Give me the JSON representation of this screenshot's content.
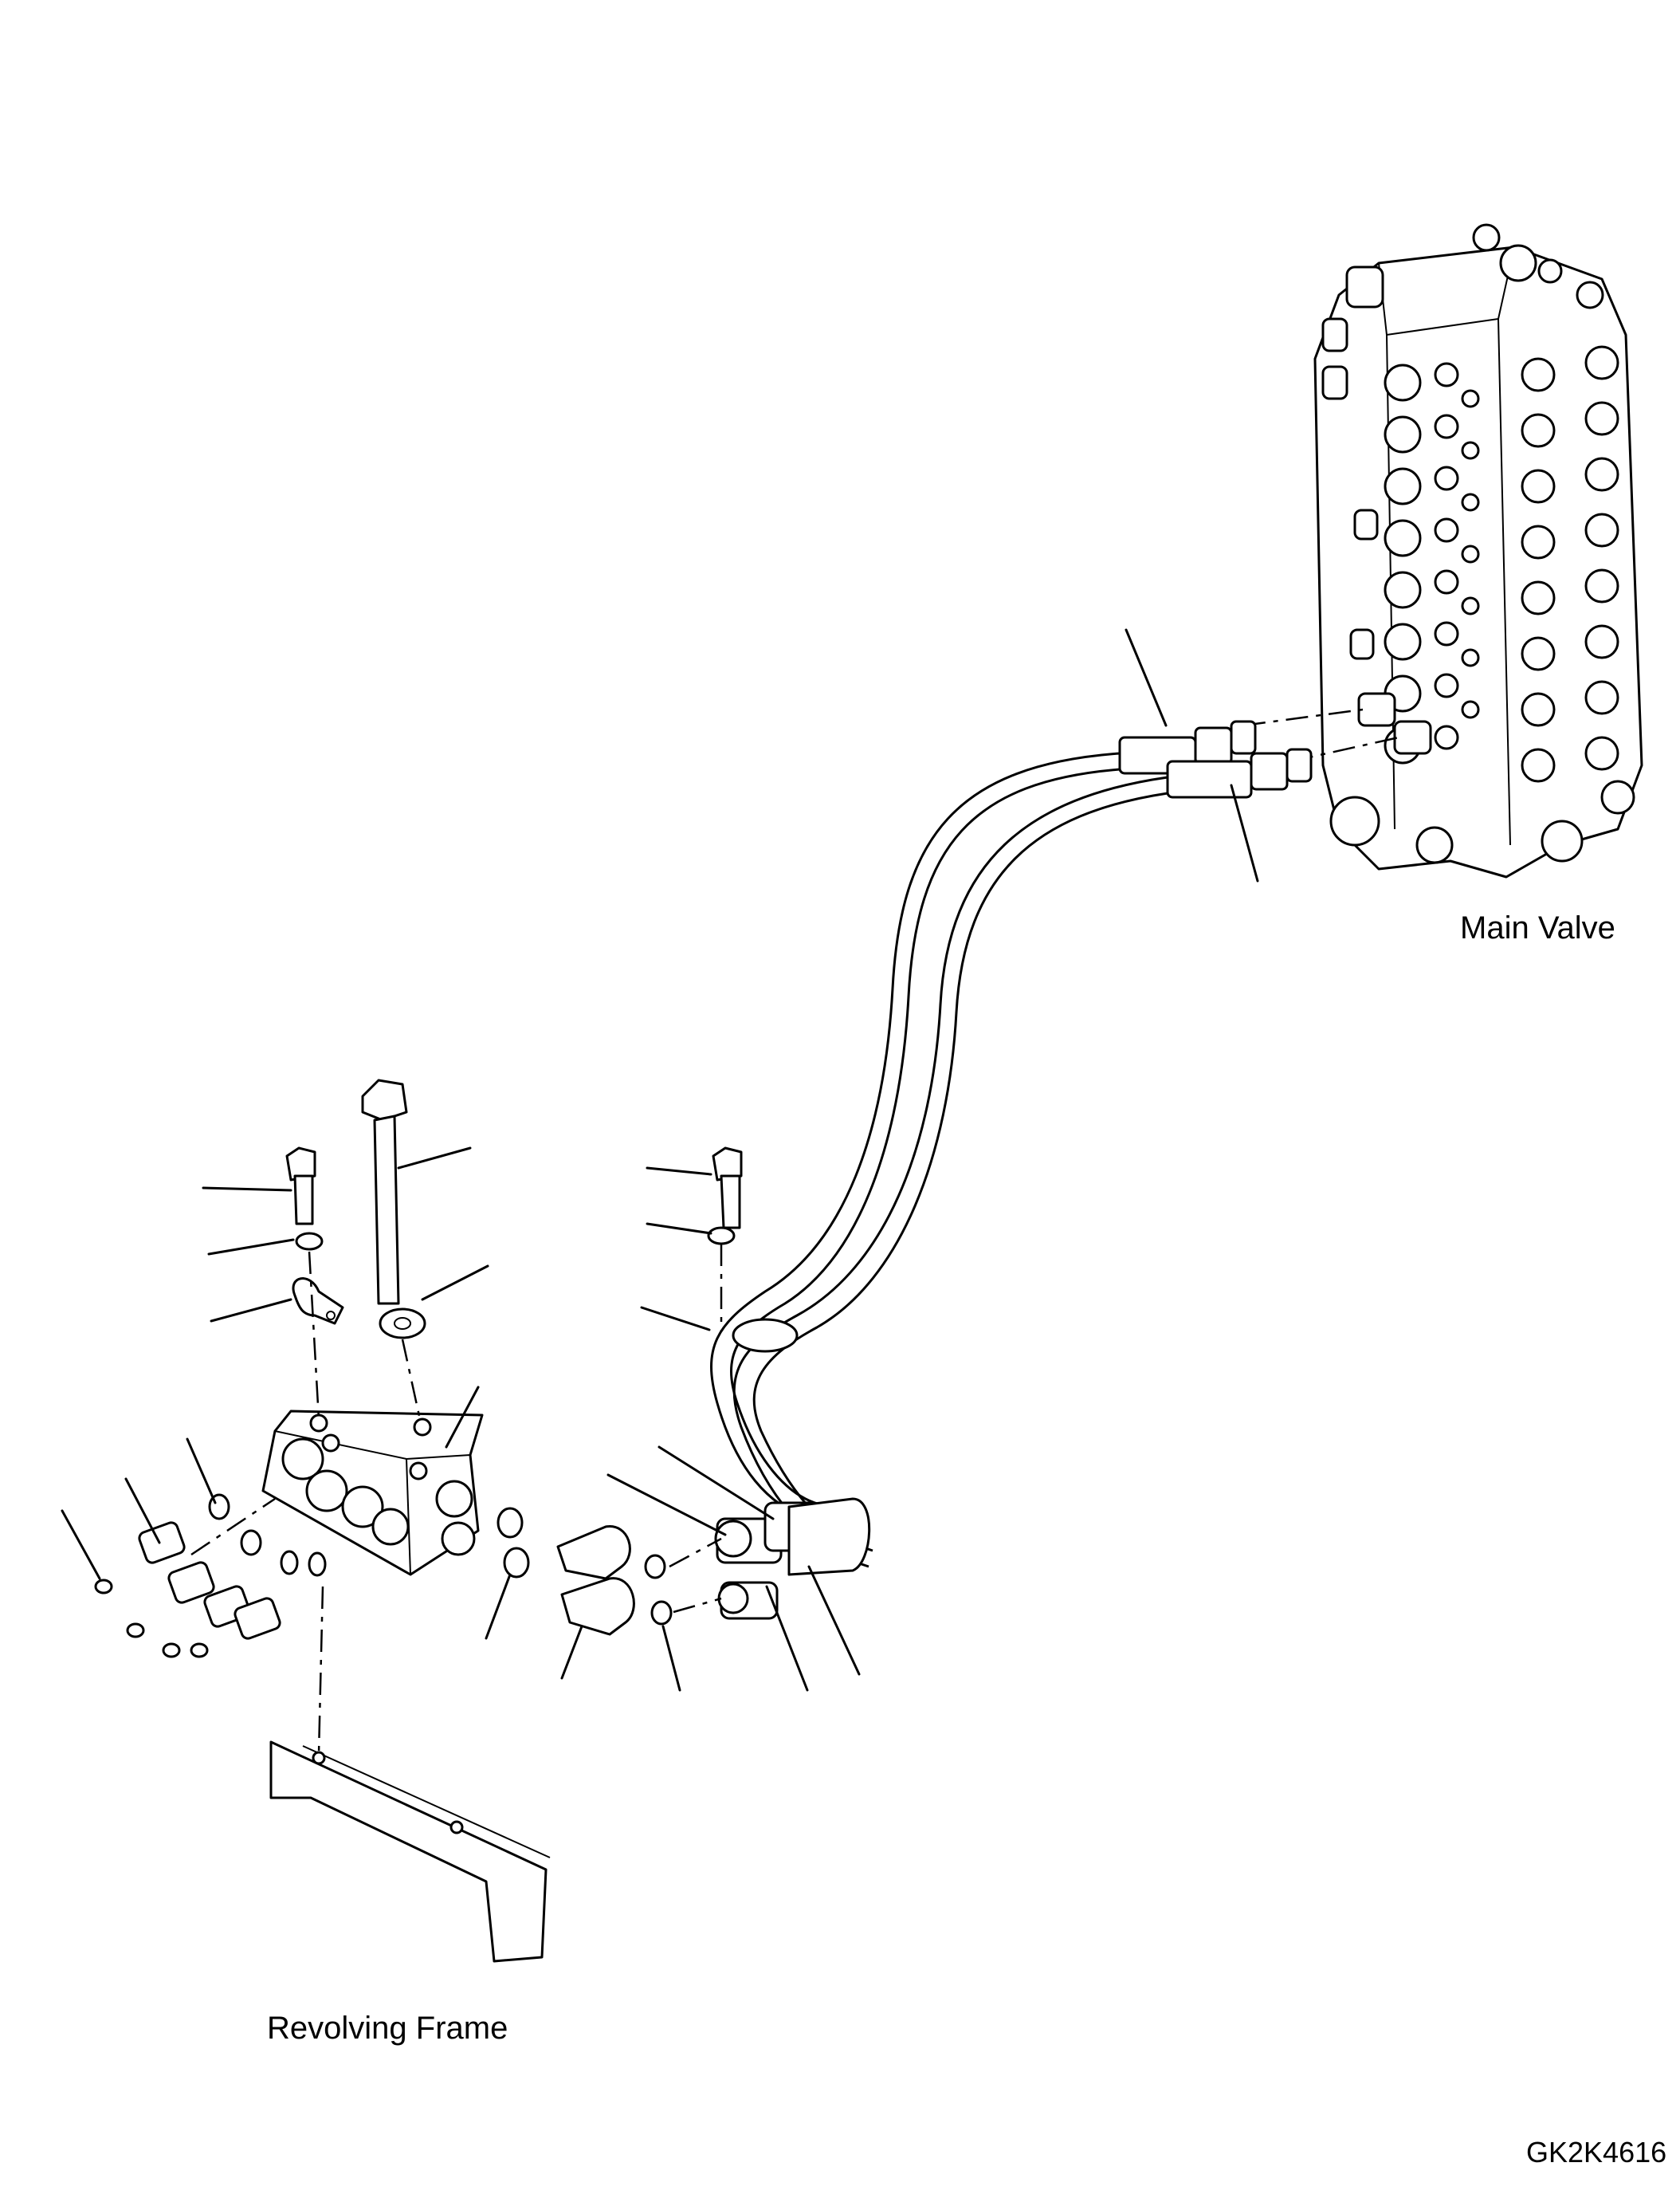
{
  "labels": {
    "main_valve": "Main Valve",
    "revolving_frame": "Revolving Frame",
    "drawing_number": "GK2K4616"
  },
  "colors": {
    "ink": "#000000",
    "background": "#ffffff"
  }
}
